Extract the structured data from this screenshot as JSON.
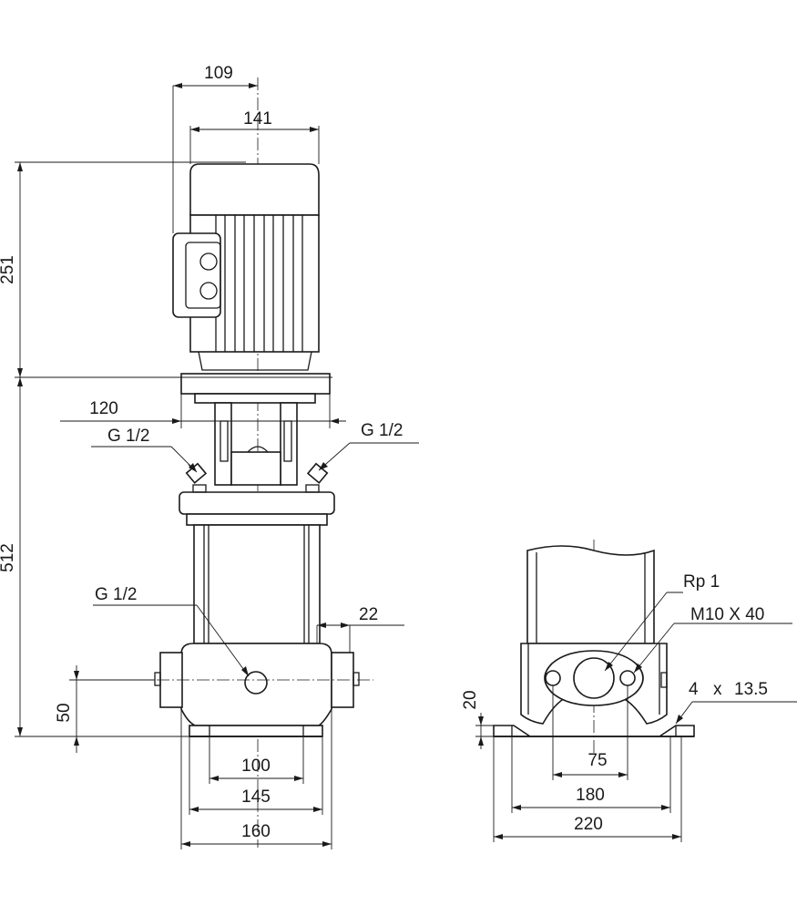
{
  "front_view": {
    "dims": {
      "d109": "109",
      "d141": "141",
      "d251": "251",
      "d120": "120",
      "d512": "512",
      "d22": "22",
      "d50": "50",
      "d100": "100",
      "d145": "145",
      "d160": "160"
    },
    "callouts": {
      "g_left": "G 1/2",
      "g_right": "G 1/2",
      "g_bottom": "G 1/2"
    }
  },
  "side_view": {
    "dims": {
      "d20": "20",
      "d75": "75",
      "d180": "180",
      "d220": "220"
    },
    "callouts": {
      "rp": "Rp 1",
      "bolt": "M10 X 40",
      "holes_count": "4",
      "holes_times": "x",
      "holes_dia": "13.5"
    }
  }
}
